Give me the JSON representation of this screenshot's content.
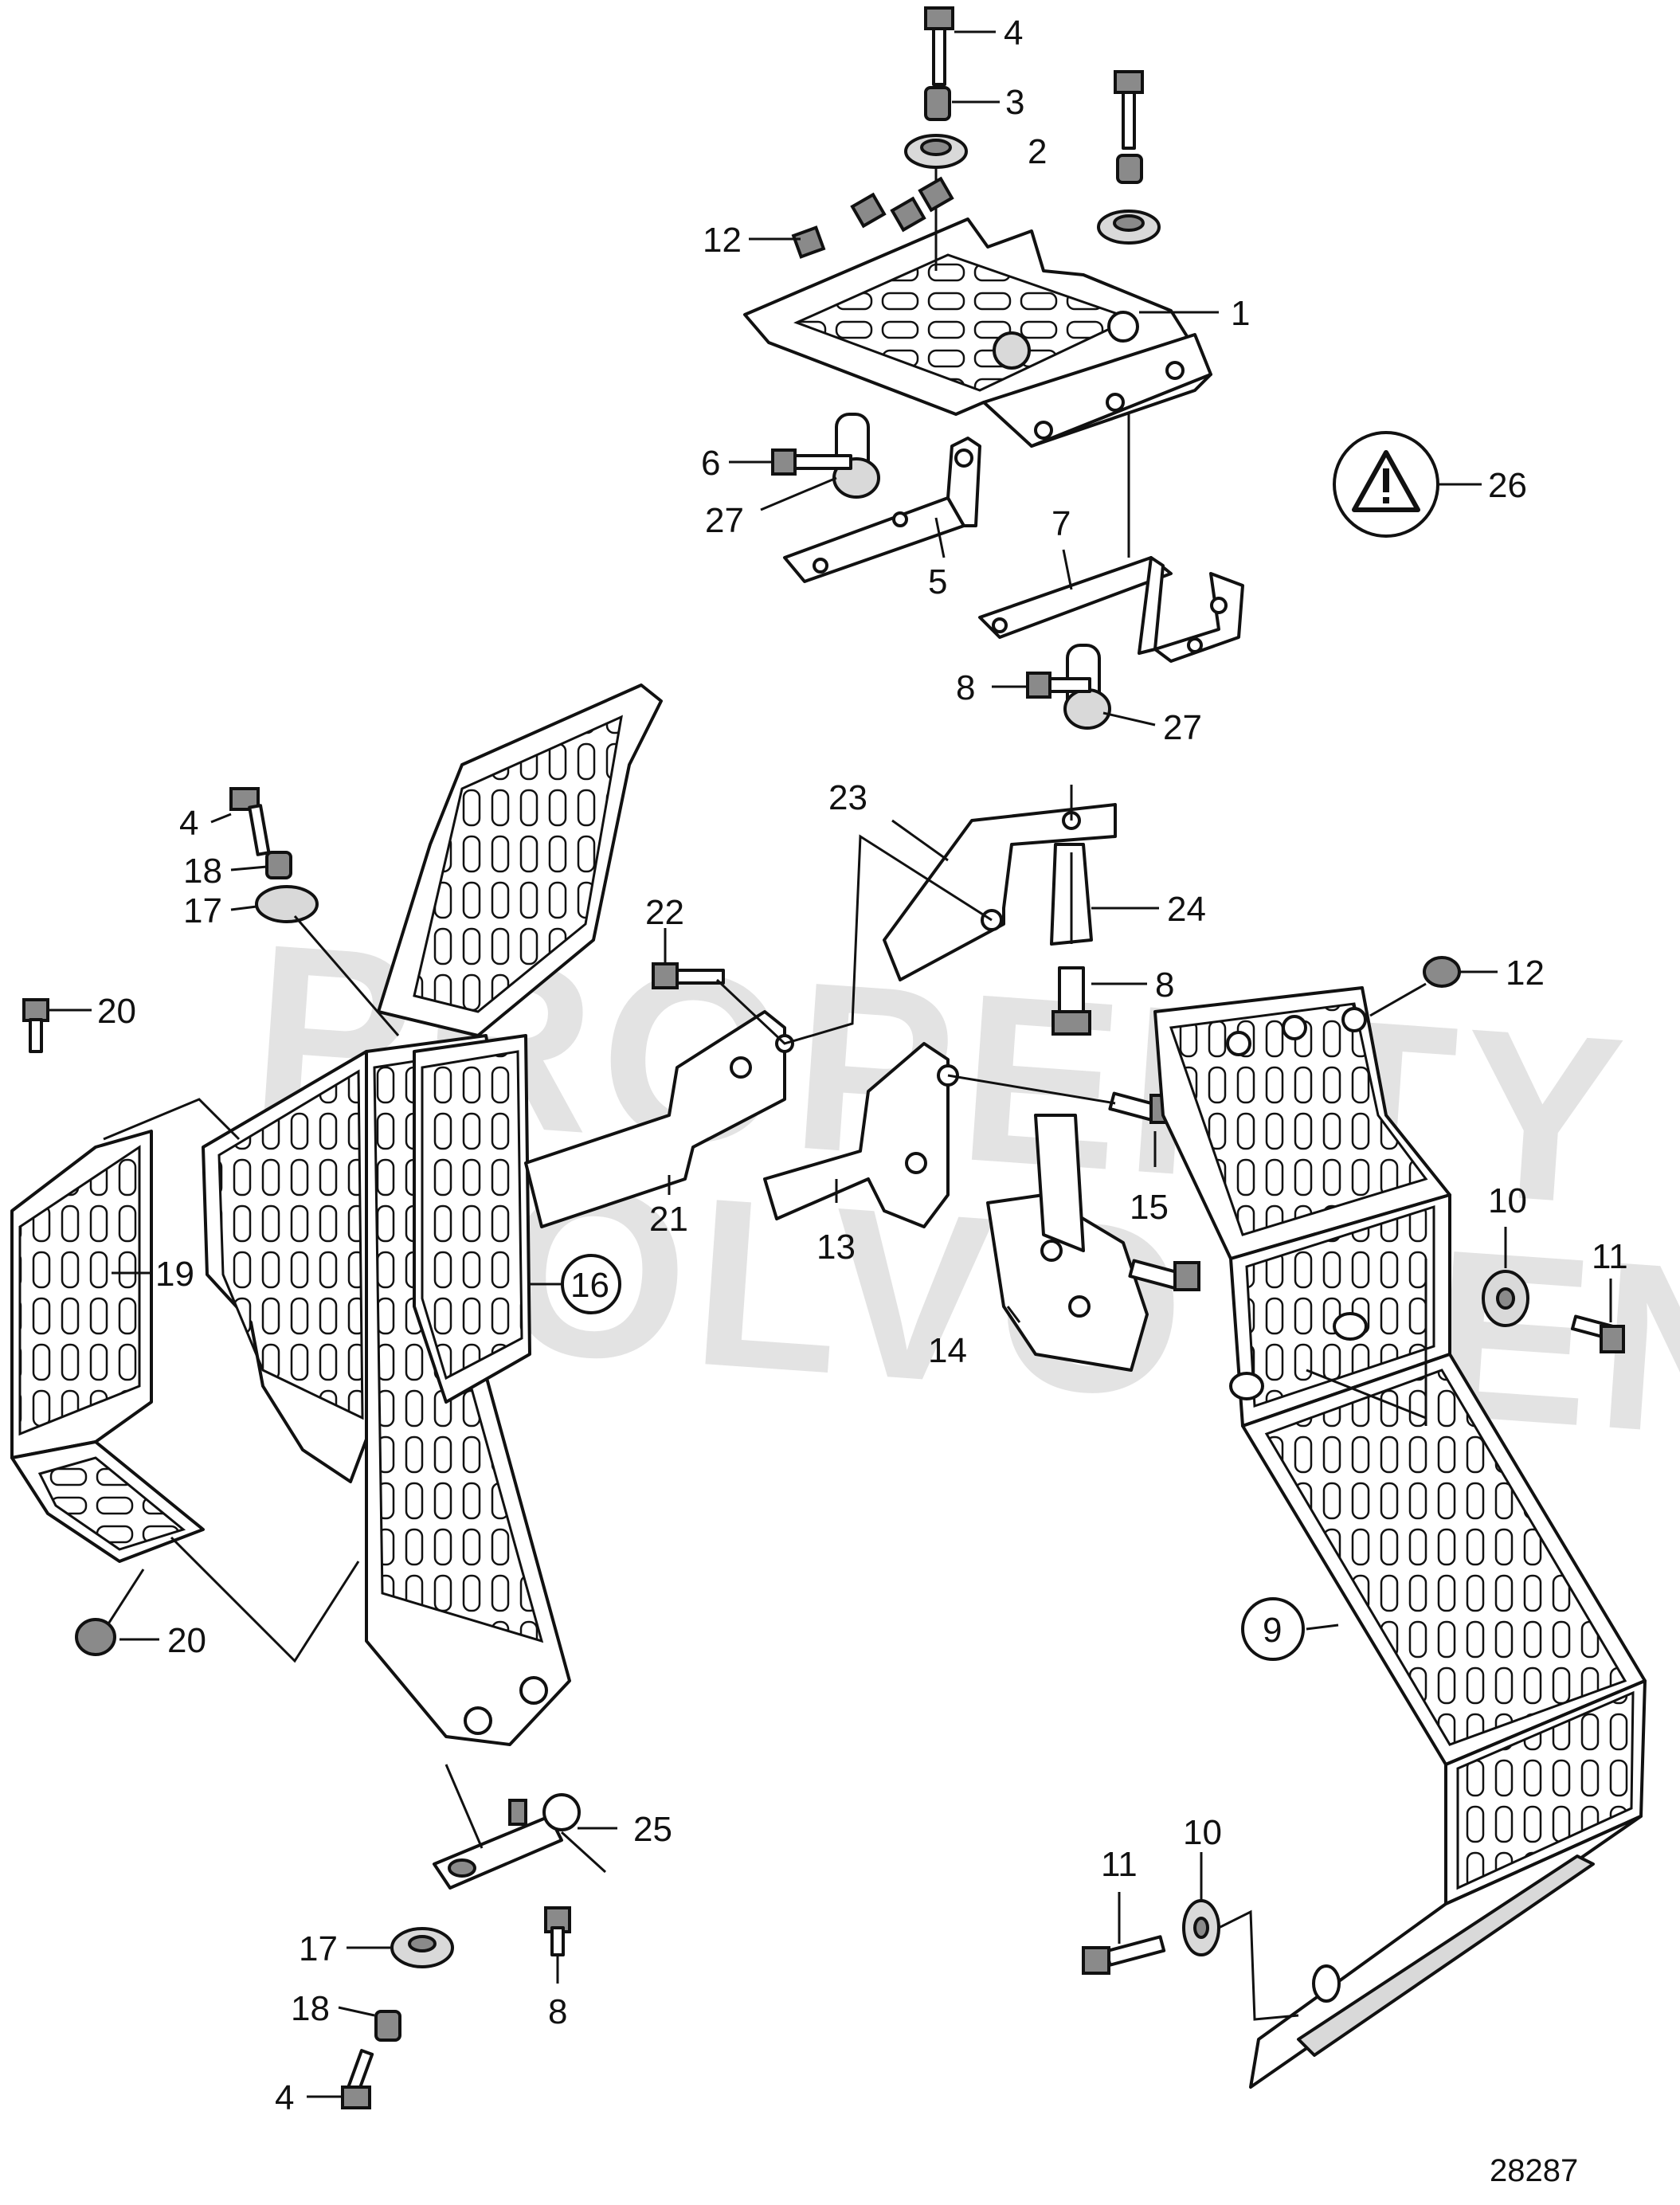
{
  "watermark": {
    "line1": "PROPERTY OF",
    "line2": "VOLVO PENTA"
  },
  "drawing_number": "28287",
  "callouts": {
    "c1": "1",
    "c2": "2",
    "c3": "3",
    "c4a": "4",
    "c4b": "4",
    "c4c": "4",
    "c5": "5",
    "c6": "6",
    "c7": "7",
    "c8a": "8",
    "c8b": "8",
    "c8c": "8",
    "c9": "9",
    "c10a": "10",
    "c10b": "10",
    "c11a": "11",
    "c11b": "11",
    "c12a": "12",
    "c12b": "12",
    "c13": "13",
    "c14": "14",
    "c15": "15",
    "c16": "16",
    "c17a": "17",
    "c17b": "17",
    "c18a": "18",
    "c18b": "18",
    "c19": "19",
    "c20a": "20",
    "c20b": "20",
    "c21": "21",
    "c22": "22",
    "c23": "23",
    "c24": "24",
    "c25": "25",
    "c26": "26",
    "c27a": "27",
    "c27b": "27"
  },
  "colors": {
    "line": "#111111",
    "fill": "#ffffff",
    "watermark": "#e3e3e3"
  },
  "icons": {
    "warning": "warning-triangle-icon"
  }
}
